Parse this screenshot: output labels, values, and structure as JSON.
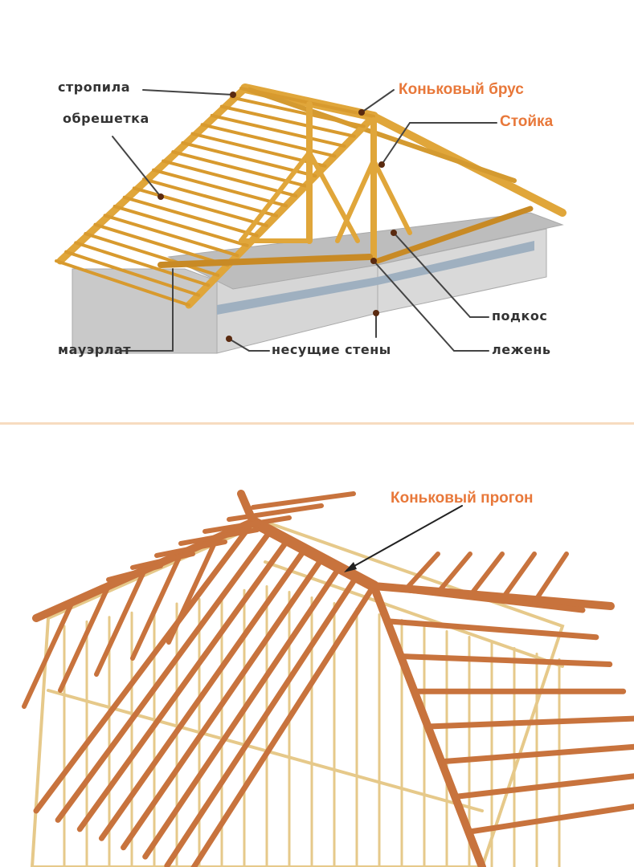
{
  "top_diagram": {
    "labels": {
      "rafters": "стропила",
      "battens": "обрешетка",
      "ridge_beam": "Коньковый брус",
      "post": "Стойка",
      "strut": "подкос",
      "sill": "лежень",
      "wall_plate": "мауэрлат",
      "bearing_walls": "несущие стены"
    },
    "colors": {
      "accent_label": "#e8783a",
      "wood": "#e0a63a",
      "wall": "#c9c9c9"
    }
  },
  "bottom_diagram": {
    "labels": {
      "ridge_purlin": "Коньковый прогон"
    },
    "colors": {
      "wood": "#c8733d",
      "frame": "#e6c98a"
    }
  },
  "separator_color": "#f7dcc0"
}
